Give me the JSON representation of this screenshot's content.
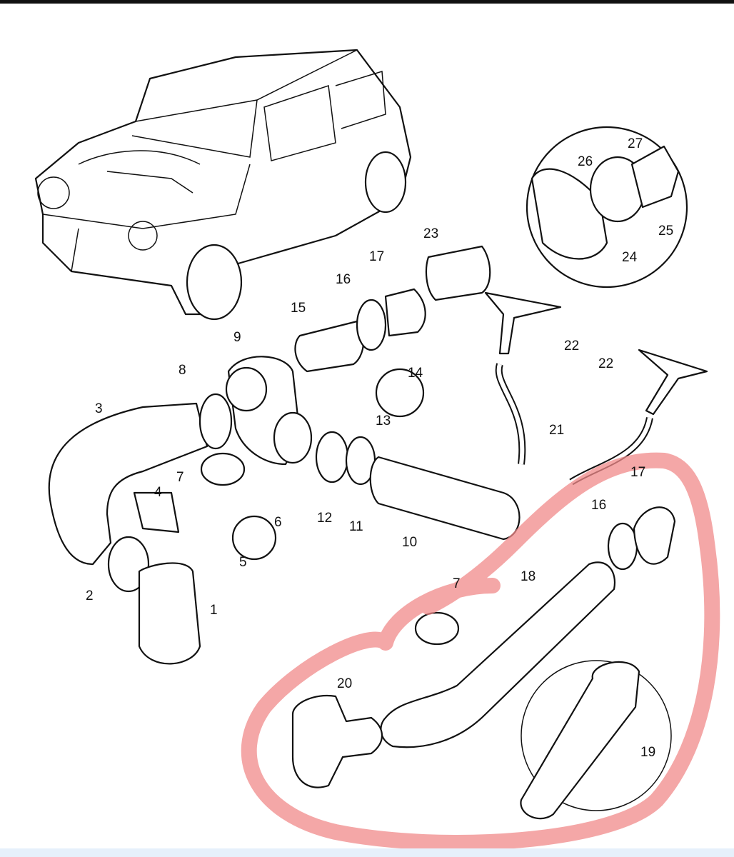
{
  "diagram": {
    "title_hidden": null,
    "callouts": [
      "1",
      "2",
      "3",
      "4",
      "5",
      "6",
      "7",
      "8",
      "9",
      "10",
      "11",
      "12",
      "13",
      "14",
      "15",
      "16",
      "17",
      "18",
      "19",
      "20",
      "21",
      "22",
      "22",
      "23",
      "24",
      "25",
      "26",
      "27",
      "16",
      "17",
      "7"
    ],
    "highlight_color": "#f08a8a"
  }
}
